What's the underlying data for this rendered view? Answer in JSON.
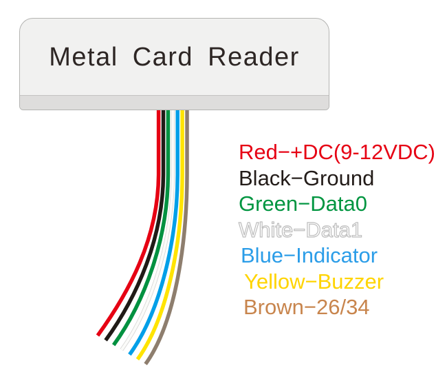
{
  "device": {
    "title": "Metal Card Reader"
  },
  "cable": {
    "wire_count": 7,
    "wires": [
      {
        "id": "red",
        "label": "Red−+DC(9-12VDC)",
        "wire_color": "#e60013",
        "label_color": "#e60013"
      },
      {
        "id": "black",
        "label": "Black−Ground",
        "wire_color": "#201b17",
        "label_color": "#231c19"
      },
      {
        "id": "green",
        "label": "Green−Data0",
        "wire_color": "#009140",
        "label_color": "#009540"
      },
      {
        "id": "white",
        "label": "White−Data1",
        "wire_color": "#fbfbf9",
        "label_color": "#ffffff",
        "label_outline": "#bcbcbc",
        "wire_edge": "#d4d4d2"
      },
      {
        "id": "blue",
        "label": "Blue−Indicator",
        "wire_color": "#009fe8",
        "label_color": "#2b9de8"
      },
      {
        "id": "yellow",
        "label": "Yellow−Buzzer",
        "wire_color": "#ffe400",
        "label_color": "#ffd400"
      },
      {
        "id": "brown",
        "label": "Brown−26/34",
        "wire_color": "#8e7e6e",
        "label_color": "#c8854d"
      }
    ]
  }
}
